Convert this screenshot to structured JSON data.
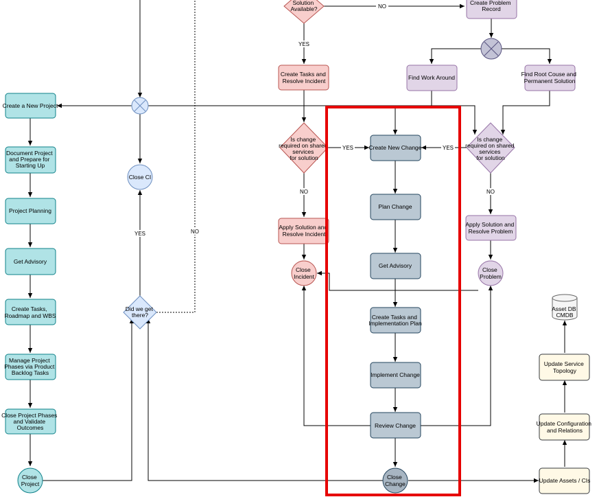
{
  "colors": {
    "teal": "#b0e3e6",
    "teal_stroke": "#0e8088",
    "blue": "#dae8fc",
    "blue_stroke": "#6c8ebf",
    "red": "#f8cecc",
    "red_stroke": "#b85450",
    "purple": "#e1d5e7",
    "purple_stroke": "#9673a6",
    "gray": "#bac8d3",
    "gray_stroke": "#23445d",
    "cream": "#fff9e6",
    "cream_stroke": "#36393d",
    "highlight": "#e60000"
  },
  "nodes": {
    "create_new_project": "Create a New Project",
    "document_project": [
      "Document Project",
      "and Prepare for",
      "Starting Up"
    ],
    "project_planning": "Project Planning",
    "get_advisory_project": "Get Advisory",
    "create_tasks_roadmap": [
      "Create Tasks,",
      "Roadmap and WBS"
    ],
    "manage_phases": [
      "Manage Project",
      "Phases via Product",
      "Backlog Tasks"
    ],
    "close_phases": [
      "Close Project Phases",
      "and Validate",
      "Outcomes"
    ],
    "close_project": [
      "Close",
      "Project"
    ],
    "close_ci": "Close CI",
    "did_we_get_there": [
      "Did we get",
      "there?"
    ],
    "solution_available": [
      "Solution",
      "Available?"
    ],
    "create_tasks_resolve": [
      "Create Tasks and",
      "Resolve Incident"
    ],
    "change_required_left": [
      "Is change",
      "required on shared",
      "services",
      "for solution"
    ],
    "apply_solution_incident": [
      "Apply Solution and",
      "Resolve Incident"
    ],
    "close_incident": [
      "Close",
      "Incident"
    ],
    "create_problem_record": [
      "Create Problem",
      "Record"
    ],
    "find_work_around": "Find Work Around",
    "find_root_cause": [
      "Find Root Couse and",
      "Permanent Solution"
    ],
    "change_required_right": [
      "Is change",
      "required on shared",
      "services",
      "for solution"
    ],
    "apply_solution_problem": [
      "Apply Solution and",
      "Resolve Problem"
    ],
    "close_problem": [
      "Close",
      "Problem"
    ],
    "create_new_change": "Create New Change",
    "plan_change": "Plan Change",
    "get_advisory_change": "Get Advisory",
    "create_tasks_impl": [
      "Create Tasks and",
      "Implementation Plan"
    ],
    "implement_change": "Implement Change",
    "review_change": "Review Change",
    "close_change": [
      "Close",
      "Change"
    ],
    "asset_db": [
      "Asset DB",
      "CMDB"
    ],
    "update_topology": [
      "Update Service",
      "Topology"
    ],
    "update_config": [
      "Update Configuration",
      "and Relations"
    ],
    "update_assets": "Update Assets / CIs"
  },
  "edge_labels": {
    "no_top": "NO",
    "yes_solution": "YES",
    "yes_change_left": "YES",
    "yes_change_right": "YES",
    "no_left": "NO",
    "no_right": "NO",
    "yes_did": "YES",
    "no_did": "NO"
  }
}
